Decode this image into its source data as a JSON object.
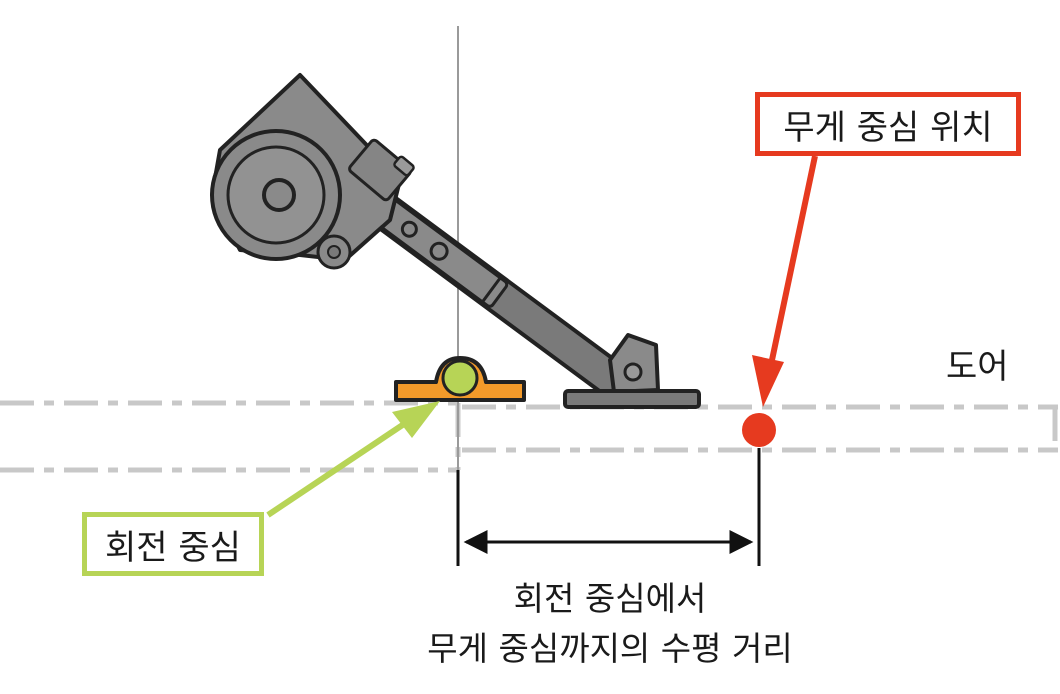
{
  "labels": {
    "weight_center_position": "무게 중심 위치",
    "rotation_center": "회전 중심",
    "door": "도어",
    "distance_line1": "회전 중심에서",
    "distance_line2": "무게 중심까지의 수평 거리"
  },
  "colors": {
    "weight_center_accent": "#e63a1f",
    "rotation_center_accent": "#b7d456",
    "hinge_orange": "#f39a2a",
    "arm_gray": "#7a7a7a",
    "dashed_gray": "#c8c8c8"
  }
}
